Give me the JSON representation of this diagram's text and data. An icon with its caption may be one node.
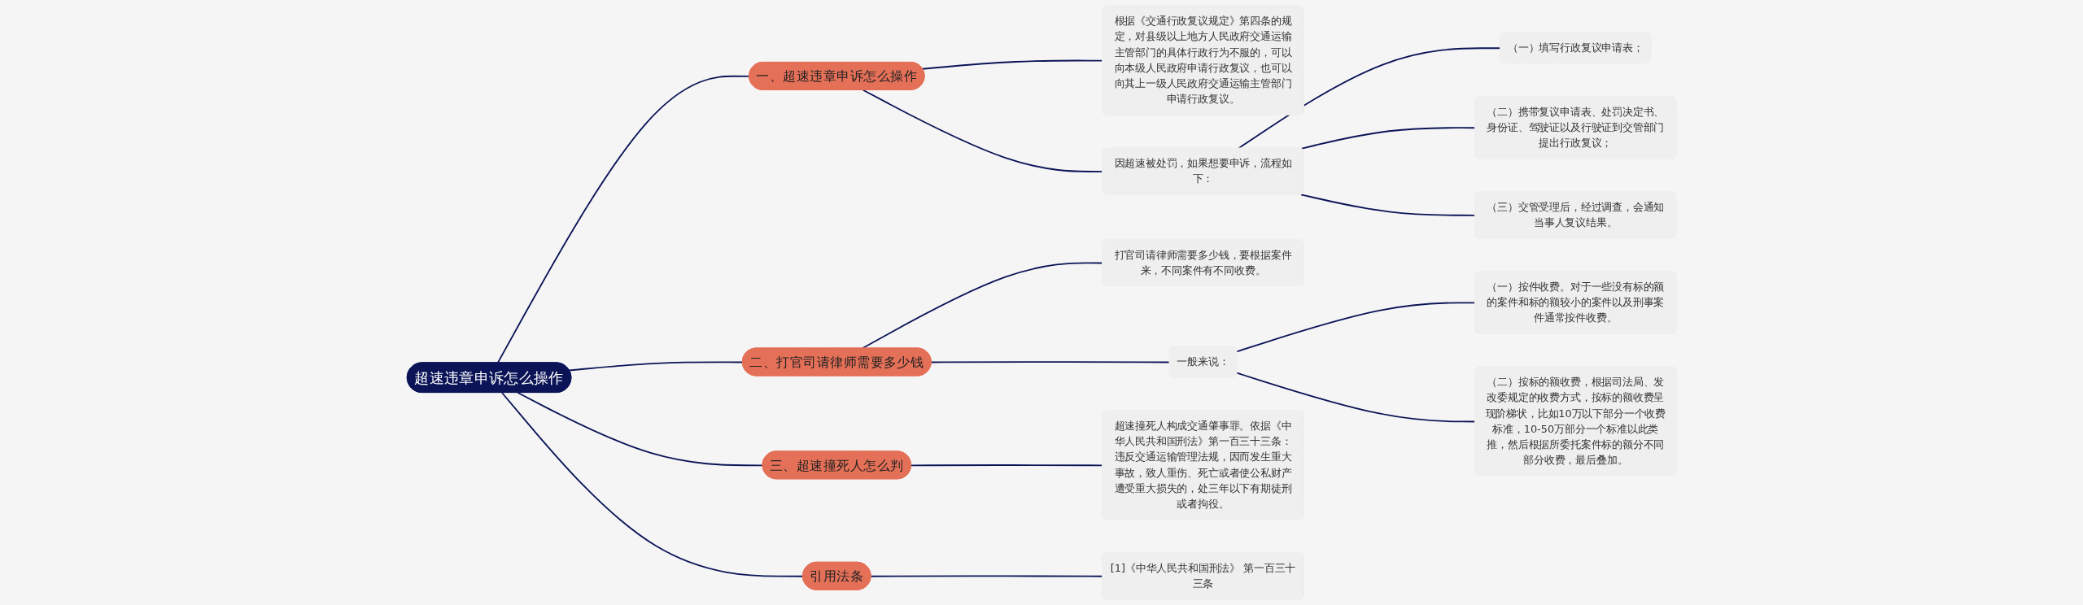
{
  "diagram": {
    "nodes": [
      {
        "text": [
          "超速违章申诉怎么操作"
        ]
      },
      {
        "text": [
          "一、超速违章申诉怎么操作"
        ]
      },
      {
        "text": [
          "因超速被处罚，如果想要申诉，流程如下："
        ]
      },
      {
        "text": [
          "（一）填写行政复议申请表；"
        ]
      },
      {
        "text": [
          "（二）携带复议申请表、处罚决定书、身份证、驾驶证以及行驶证到交管部门提出行政复议；"
        ]
      },
      {
        "text": [
          "（三）交管受理后，经过调查，会通知当事人复议结果。"
        ]
      },
      {
        "text": [
          "根据《交通行政复议规定》第四条的规定，对县级以上地方人民政府交通运输主管部门的具体行政行为不服的，可以向本级人民政府申请行政复议，也可以向其上一级人民政府交通运输主管部门申请行政复议。"
        ]
      },
      {
        "text": [
          "二、打官司请律师需要多少钱"
        ]
      },
      {
        "text": [
          "打官司请律师需要多少钱，要根据案件来，不同案件有不同收费。"
        ]
      },
      {
        "text": [
          "一般来说："
        ]
      },
      {
        "text": [
          "（一）按件收费。对于一些没有标的额的案件和标的额较小的案件以及刑事案件通常按件收费。"
        ]
      },
      {
        "text": [
          "（二）按标的额收费，根据司法局、发改委规定的收费方式，按标的额收费呈现阶梯状，比如10万以下部分一个收费标准，10-50万部分一个标准以此类推，然后根据所委托案件标的额分不同部分收费，最后叠加。"
        ]
      },
      {
        "text": [
          "三、超速撞死人怎么判"
        ]
      },
      {
        "text": [
          "超速撞死人构成交通肇事罪。依据《中华人民共和国刑法》第一百三十三条：违反交通运输管理法规，因而发生重大事故，致人重伤、死亡或者使公私财产遭受重大损失的，处三年以下有期徒刑或者拘役。"
        ]
      },
      {
        "text": [
          "引用法条"
        ]
      },
      {
        "text": [
          "[1]《中华人民共和国刑法》 第一百三十三条"
        ]
      }
    ],
    "edges": [
      {
        "from": 0,
        "to": 1,
        "arrow": "none"
      },
      {
        "from": 1,
        "to": 2,
        "arrow": "none"
      },
      {
        "from": 2,
        "to": 3,
        "arrow": "none"
      },
      {
        "from": 2,
        "to": 4,
        "arrow": "none"
      },
      {
        "from": 2,
        "to": 5,
        "arrow": "none"
      },
      {
        "from": 1,
        "to": 6,
        "arrow": "none"
      },
      {
        "from": 0,
        "to": 7,
        "arrow": "none"
      },
      {
        "from": 7,
        "to": 8,
        "arrow": "none"
      },
      {
        "from": 7,
        "to": 9,
        "arrow": "none"
      },
      {
        "from": 9,
        "to": 10,
        "arrow": "none"
      },
      {
        "from": 9,
        "to": 11,
        "arrow": "none"
      },
      {
        "from": 0,
        "to": 12,
        "arrow": "none"
      },
      {
        "from": 12,
        "to": 13,
        "arrow": "none"
      },
      {
        "from": 0,
        "to": 14,
        "arrow": "none"
      },
      {
        "from": 14,
        "to": 15,
        "arrow": "none"
      }
    ]
  }
}
